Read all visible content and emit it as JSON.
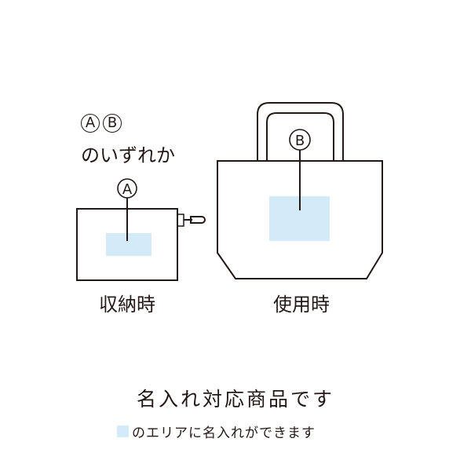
{
  "colors": {
    "line": "#231815",
    "print_area": "#d3ebf8"
  },
  "options_label": {
    "a": "A",
    "b": "B",
    "text": "のいずれか"
  },
  "pouch": {
    "marker": "A",
    "caption": "収納時"
  },
  "tote": {
    "marker": "B",
    "caption": "使用時"
  },
  "footer": {
    "title": "名入れ対応商品です",
    "legend": "のエリアに名入れができます"
  }
}
